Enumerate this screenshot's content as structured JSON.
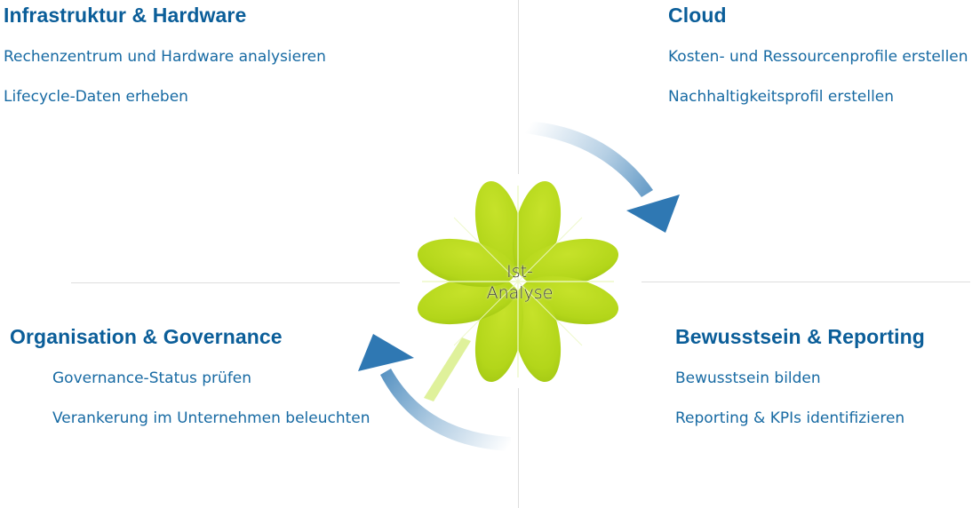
{
  "center": {
    "line1": "Ist-",
    "line2": "Analyse"
  },
  "quadrants": {
    "top_left": {
      "title": "Infrastruktur & Hardware",
      "items": [
        "Rechenzentrum und Hardware analysieren",
        "Lifecycle-Daten erheben"
      ]
    },
    "top_right": {
      "title": "Cloud",
      "items": [
        "Kosten- und Ressourcenprofile erstellen",
        "Nachhaltigkeitsprofil erstellen"
      ]
    },
    "bottom_left": {
      "title": "Organisation & Governance",
      "items": [
        "Governance-Status prüfen",
        "Verankerung im Unternehmen beleuchten"
      ]
    },
    "bottom_right": {
      "title": "Bewusstsein & Reporting",
      "items": [
        "Bewusstsein bilden",
        "Reporting & KPIs identifizieren"
      ]
    }
  },
  "colors": {
    "title": "#0b5e99",
    "item": "#176aa3",
    "clover": "#b5d81c",
    "arrow": "#2f78b3",
    "divider": "#dedede"
  },
  "icons": {
    "center": "four-leaf-clover-icon",
    "arrow_top": "curved-arrow-clockwise-icon",
    "arrow_bottom": "curved-arrow-clockwise-icon"
  }
}
